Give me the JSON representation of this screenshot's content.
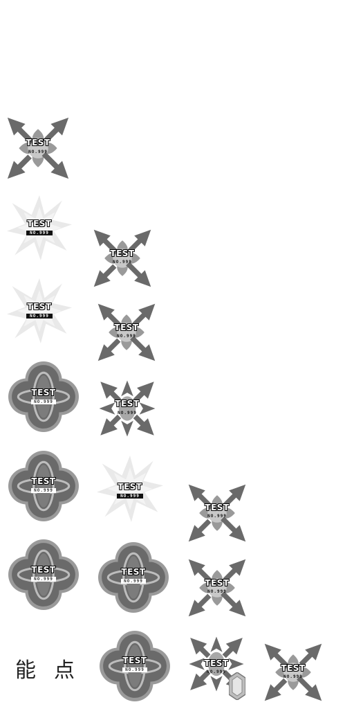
{
  "badges": [
    {
      "id": "b1",
      "style": "cross",
      "title": "TEST",
      "number": "NO.999"
    },
    {
      "id": "b2",
      "style": "star",
      "title": "TEST",
      "number": "NO.999"
    },
    {
      "id": "b3",
      "style": "cross",
      "title": "TEST",
      "number": "NO.999"
    },
    {
      "id": "b4",
      "style": "star",
      "title": "TEST",
      "number": "NO.999"
    },
    {
      "id": "b5",
      "style": "cross",
      "title": "TEST",
      "number": "NO.999"
    },
    {
      "id": "b6",
      "style": "flower",
      "title": "TEST",
      "number": "NO.999"
    },
    {
      "id": "b7",
      "style": "compass",
      "title": "TEST",
      "number": "NO.999"
    },
    {
      "id": "b8",
      "style": "flower",
      "title": "TEST",
      "number": "NO.999"
    },
    {
      "id": "b9",
      "style": "star",
      "title": "TEST",
      "number": "NO.999"
    },
    {
      "id": "b10",
      "style": "cross",
      "title": "TEST",
      "number": "NO.999"
    },
    {
      "id": "b11",
      "style": "flower",
      "title": "TEST",
      "number": "NO.999"
    },
    {
      "id": "b12",
      "style": "flower",
      "title": "TEST",
      "number": "NO.999"
    },
    {
      "id": "b13",
      "style": "cross",
      "title": "TEST",
      "number": "NO.999"
    },
    {
      "id": "b14",
      "style": "flower",
      "title": "TEST",
      "number": "NO.999"
    },
    {
      "id": "b15",
      "style": "compass-gem",
      "title": "TEST",
      "number": "NO.999"
    },
    {
      "id": "b16",
      "style": "cross",
      "title": "TEST",
      "number": "NO.999"
    }
  ],
  "caption": {
    "left": "能",
    "right": "点"
  },
  "colors": {
    "dark": "#6a6a6a",
    "mid": "#9a9a9a",
    "light": "#c8c8c8",
    "faint": "#e6e6e6"
  }
}
